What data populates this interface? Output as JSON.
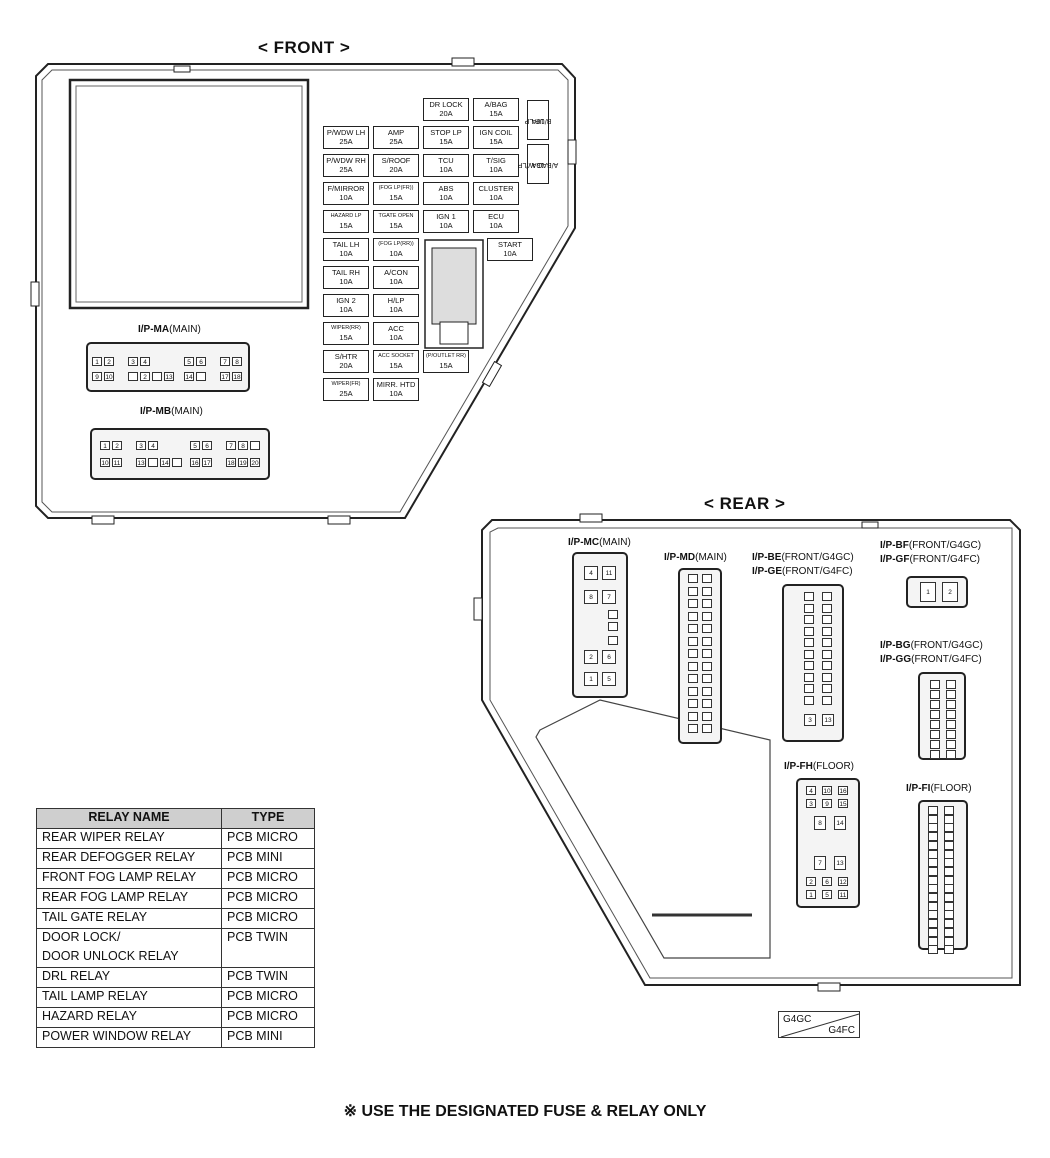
{
  "headings": {
    "front": "< FRONT >",
    "rear": "< REAR >"
  },
  "front_fuses": [
    {
      "name": "DR LOCK",
      "amp": "20A"
    },
    {
      "name": "A/BAG",
      "amp": "15A"
    },
    {
      "name": "P/WDW LH",
      "amp": "25A"
    },
    {
      "name": "AMP",
      "amp": "25A"
    },
    {
      "name": "STOP LP",
      "amp": "15A"
    },
    {
      "name": "IGN COIL",
      "amp": "15A"
    },
    {
      "name": "P/WDW RH",
      "amp": "25A"
    },
    {
      "name": "S/ROOF",
      "amp": "20A"
    },
    {
      "name": "TCU",
      "amp": "10A"
    },
    {
      "name": "T/SIG",
      "amp": "10A"
    },
    {
      "name": "F/MIRROR",
      "amp": "10A"
    },
    {
      "name": "(FOG LP(FR))",
      "amp": "15A"
    },
    {
      "name": "ABS",
      "amp": "10A"
    },
    {
      "name": "CLUSTER",
      "amp": "10A"
    },
    {
      "name": "HAZARD LP",
      "amp": "15A"
    },
    {
      "name": "TGATE OPEN",
      "amp": "15A"
    },
    {
      "name": "IGN 1",
      "amp": "10A"
    },
    {
      "name": "ECU",
      "amp": "10A"
    },
    {
      "name": "TAIL LH",
      "amp": "10A"
    },
    {
      "name": "(FOG LP(RR))",
      "amp": "10A"
    },
    {
      "name": "START",
      "amp": "10A"
    },
    {
      "name": "TAIL RH",
      "amp": "10A"
    },
    {
      "name": "A/CON",
      "amp": "10A"
    },
    {
      "name": "IGN 2",
      "amp": "10A"
    },
    {
      "name": "H/LP",
      "amp": "10A"
    },
    {
      "name": "WIPER(RR)",
      "amp": "15A"
    },
    {
      "name": "ACC",
      "amp": "10A"
    },
    {
      "name": "S/HTR",
      "amp": "20A"
    },
    {
      "name": "ACC SOCKET",
      "amp": "15A"
    },
    {
      "name": "(P/OUTLET RR)",
      "amp": "15A"
    },
    {
      "name": "WIPER(FR)",
      "amp": "25A"
    },
    {
      "name": "MIRR. HTD",
      "amp": "10A"
    }
  ],
  "side_fuses": [
    {
      "name": "B/UP LP",
      "amp": "10A"
    },
    {
      "name": "A/BAG W/LP",
      "amp": "10A"
    }
  ],
  "connectors": {
    "ma": {
      "code": "I/P-MA",
      "suffix": "(MAIN)"
    },
    "mb": {
      "code": "I/P-MB",
      "suffix": "(MAIN)"
    },
    "mc": {
      "code": "I/P-MC",
      "suffix": "(MAIN)"
    },
    "md": {
      "code": "I/P-MD",
      "suffix": "(MAIN)"
    },
    "be": {
      "code": "I/P-BE",
      "suffix": "(FRONT/G4GC)"
    },
    "ge": {
      "code": "I/P-GE",
      "suffix": "(FRONT/G4FC)"
    },
    "bf": {
      "code": "I/P-BF",
      "suffix": "(FRONT/G4GC)"
    },
    "gf": {
      "code": "I/P-GF",
      "suffix": "(FRONT/G4FC)"
    },
    "bg": {
      "code": "I/P-BG",
      "suffix": "(FRONT/G4GC)"
    },
    "gg": {
      "code": "I/P-GG",
      "suffix": "(FRONT/G4FC)"
    },
    "fh": {
      "code": "I/P-FH",
      "suffix": "(FLOOR)"
    },
    "fi": {
      "code": "I/P-FI",
      "suffix": "(FLOOR)"
    }
  },
  "ma_pins": [
    "1",
    "2",
    "3",
    "4",
    "5",
    "6",
    "7",
    "8",
    "9",
    "10",
    "2",
    "13",
    "14",
    "17",
    "18"
  ],
  "mb_pins": [
    "1",
    "2",
    "3",
    "4",
    "5",
    "6",
    "7",
    "8",
    "10",
    "11",
    "13",
    "14",
    "16",
    "17",
    "18",
    "19",
    "20"
  ],
  "mc_pins": [
    "4",
    "11",
    "8",
    "7",
    "2",
    "6",
    "1",
    "5"
  ],
  "fh_pins": [
    "4",
    "10",
    "16",
    "3",
    "9",
    "15",
    "8",
    "14",
    "7",
    "13",
    "2",
    "6",
    "12",
    "1",
    "5",
    "11"
  ],
  "relay_table": {
    "headers": [
      "RELAY NAME",
      "TYPE"
    ],
    "rows": [
      [
        "REAR WIPER RELAY",
        "PCB MICRO"
      ],
      [
        "REAR DEFOGGER RELAY",
        "PCB MINI"
      ],
      [
        "FRONT FOG LAMP RELAY",
        "PCB MICRO"
      ],
      [
        "REAR FOG LAMP RELAY",
        "PCB MICRO"
      ],
      [
        "TAIL GATE RELAY",
        "PCB MICRO"
      ],
      [
        "DOOR LOCK/",
        "PCB TWIN"
      ],
      [
        "DOOR UNLOCK RELAY",
        ""
      ],
      [
        "DRL RELAY",
        "PCB TWIN"
      ],
      [
        "TAIL LAMP RELAY",
        "PCB MICRO"
      ],
      [
        "HAZARD RELAY",
        "PCB MICRO"
      ],
      [
        "POWER WINDOW RELAY",
        "PCB MINI"
      ]
    ]
  },
  "legend": {
    "top": "G4GC",
    "bottom": "G4FC"
  },
  "note": "※ USE THE DESIGNATED FUSE & RELAY ONLY"
}
